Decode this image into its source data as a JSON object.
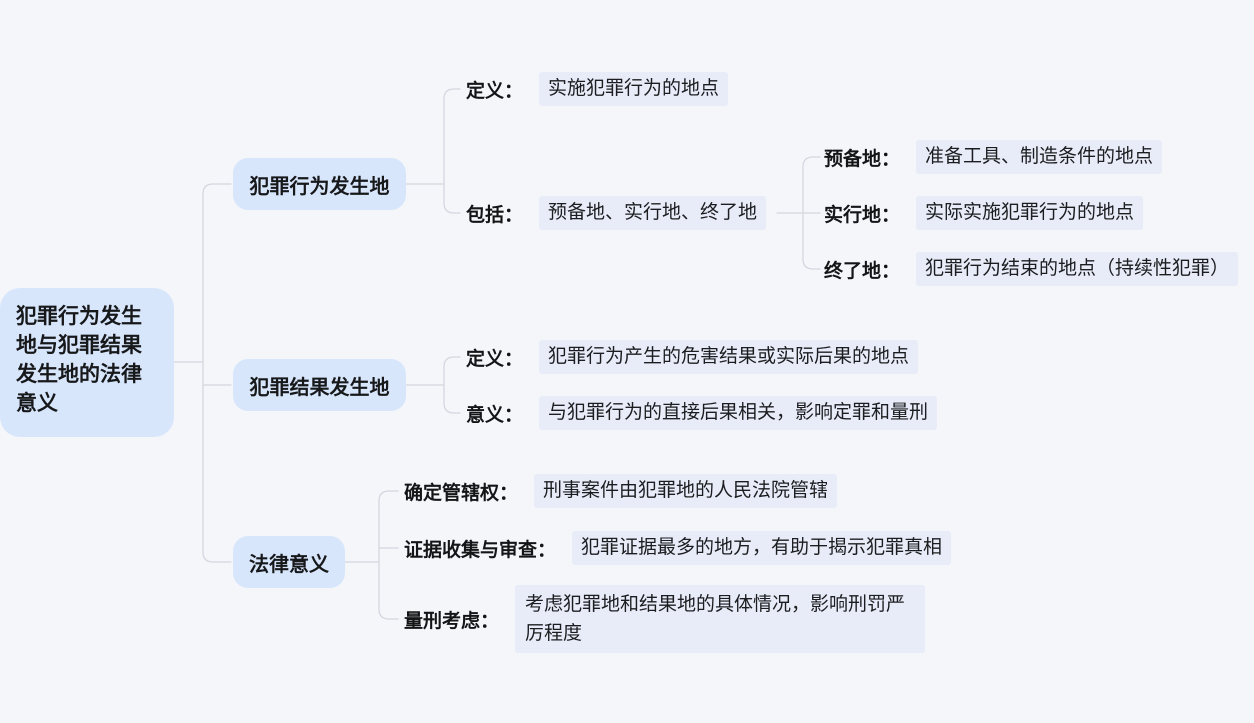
{
  "diagram_title": "犯罪行为发生地与犯罪结果发生地的法律意义",
  "colors": {
    "page_background": "#f5f6fa",
    "node_background": "#d8e6fc",
    "value_background": "#e8ecf8",
    "connector": "#d3d7df",
    "text": "#17181a"
  },
  "root": {
    "label": "犯罪行为发生地与犯罪结果发生地的法律意义"
  },
  "branches": [
    {
      "label": "犯罪行为发生地",
      "children": [
        {
          "label": "定义：",
          "value": "实施犯罪行为的地点"
        },
        {
          "label": "包括：",
          "value": "预备地、实行地、终了地",
          "children": [
            {
              "label": "预备地：",
              "value": "准备工具、制造条件的地点"
            },
            {
              "label": "实行地：",
              "value": "实际实施犯罪行为的地点"
            },
            {
              "label": "终了地：",
              "value": "犯罪行为结束的地点（持续性犯罪）"
            }
          ]
        }
      ]
    },
    {
      "label": "犯罪结果发生地",
      "children": [
        {
          "label": "定义：",
          "value": "犯罪行为产生的危害结果或实际后果的地点"
        },
        {
          "label": "意义：",
          "value": "与犯罪行为的直接后果相关，影响定罪和量刑"
        }
      ]
    },
    {
      "label": "法律意义",
      "children": [
        {
          "label": "确定管辖权：",
          "value": "刑事案件由犯罪地的人民法院管辖"
        },
        {
          "label": "证据收集与审查：",
          "value": "犯罪证据最多的地方，有助于揭示犯罪真相"
        },
        {
          "label": "量刑考虑：",
          "value": "考虑犯罪地和结果地的具体情况，影响刑罚严厉程度"
        }
      ]
    }
  ]
}
